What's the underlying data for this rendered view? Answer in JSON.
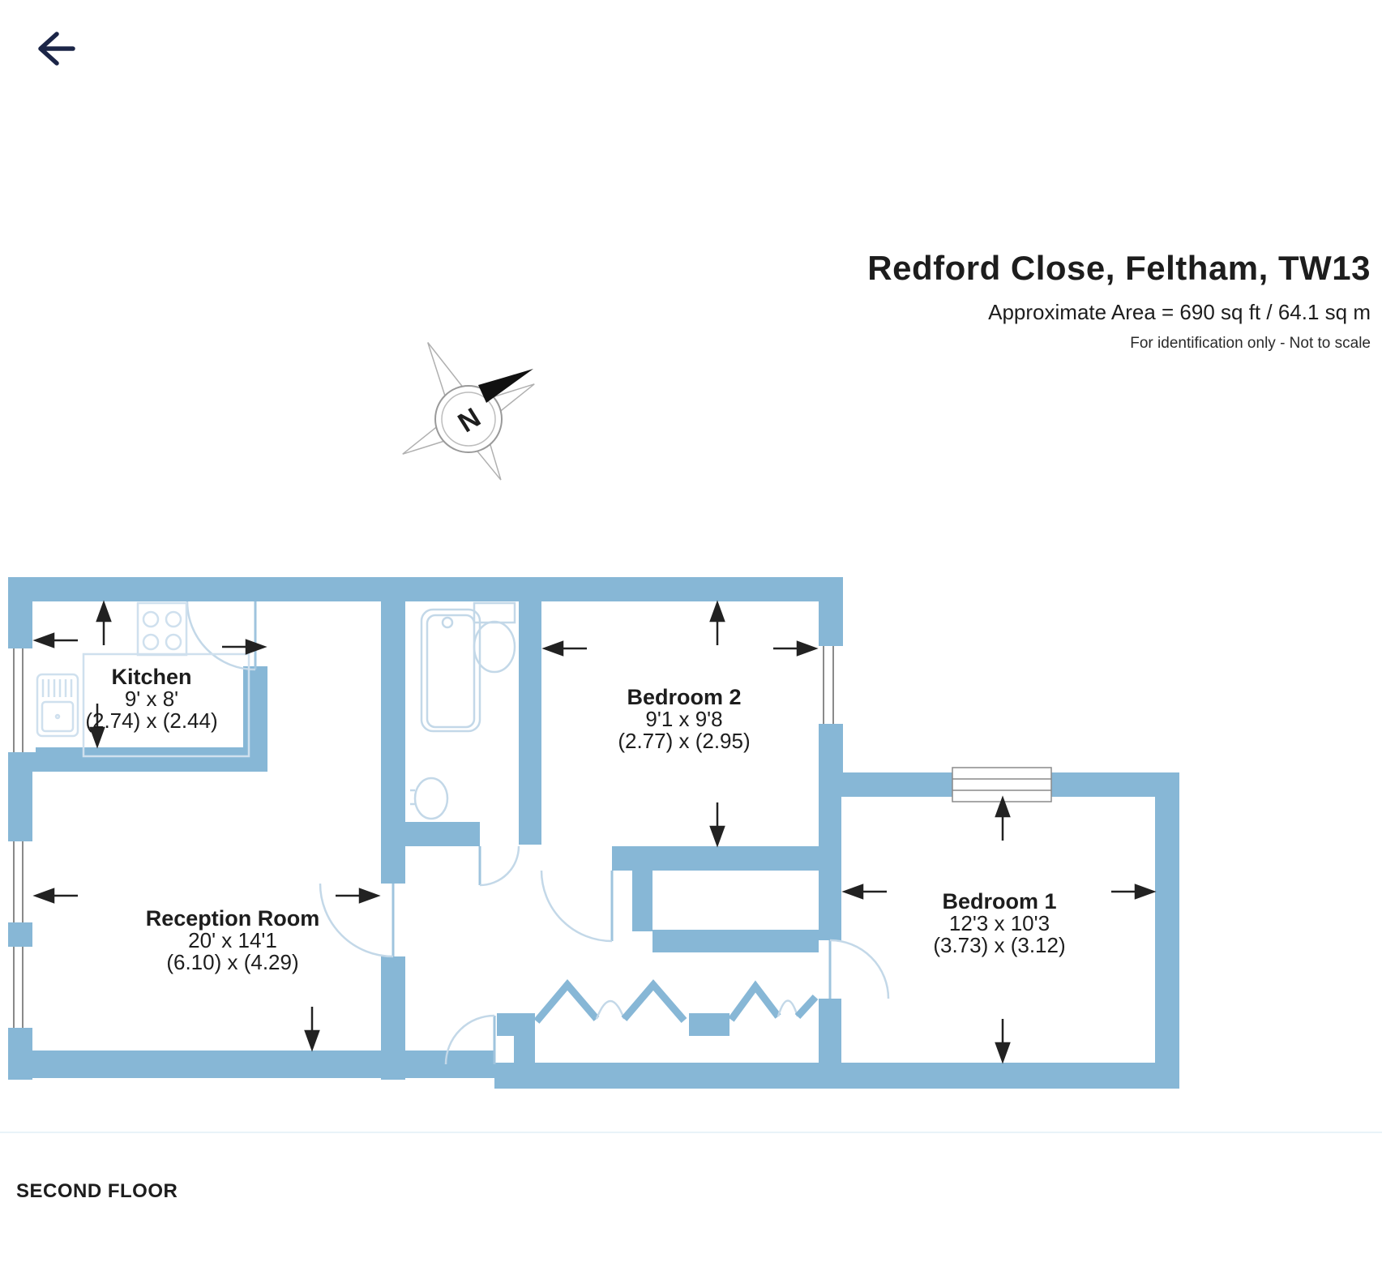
{
  "header": {
    "back_icon": "back-arrow"
  },
  "title_block": {
    "title": "Redford Close, Feltham, TW13",
    "area": "Approximate Area = 690 sq ft / 64.1 sq m",
    "disclaimer": "For identification only - Not to scale"
  },
  "floor_label": "SECOND FLOOR",
  "compass": {
    "letter": "N"
  },
  "rooms": [
    {
      "id": "kitchen",
      "name": "Kitchen",
      "dims_ft": "9' x 8'",
      "dims_m": "(2.74) x (2.44)"
    },
    {
      "id": "reception",
      "name": "Reception Room",
      "dims_ft": "20' x 14'1",
      "dims_m": "(6.10) x (4.29)"
    },
    {
      "id": "bedroom2",
      "name": "Bedroom 2",
      "dims_ft": "9'1 x 9'8",
      "dims_m": "(2.77) x (2.95)"
    },
    {
      "id": "bedroom1",
      "name": "Bedroom 1",
      "dims_ft": "12'3 x 10'3",
      "dims_m": "(3.73) x (3.12)"
    }
  ],
  "colors": {
    "wall": "#87b7d6",
    "fixture_light": "#cfe0ee",
    "fixture": "#c3d8e8",
    "text": "#1d1d1d",
    "back_arrow": "#1b2547"
  }
}
